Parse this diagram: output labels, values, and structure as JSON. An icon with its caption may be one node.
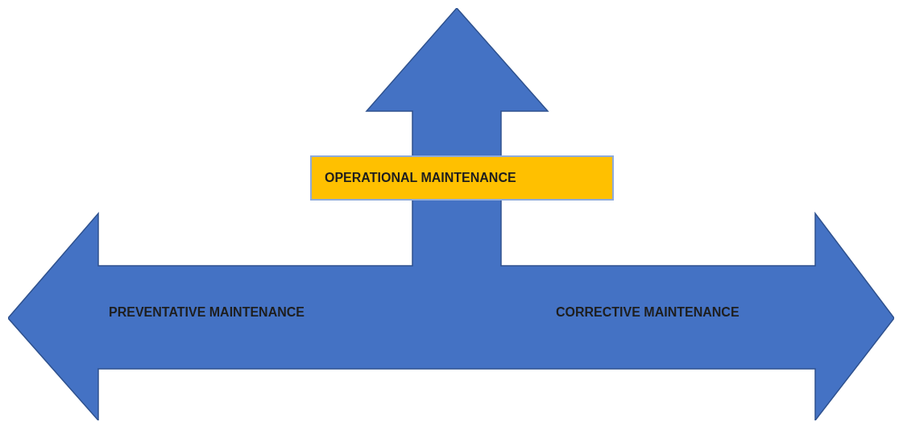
{
  "diagram": {
    "nodes": [
      {
        "text": [
          "PREVENTATIVE MAINTENANCE",
          "CORRECTIVE MAINTENANCE"
        ]
      },
      {
        "text": [
          "OPERATIONAL MAINTENANCE"
        ],
        "in": 0
      }
    ]
  }
}
